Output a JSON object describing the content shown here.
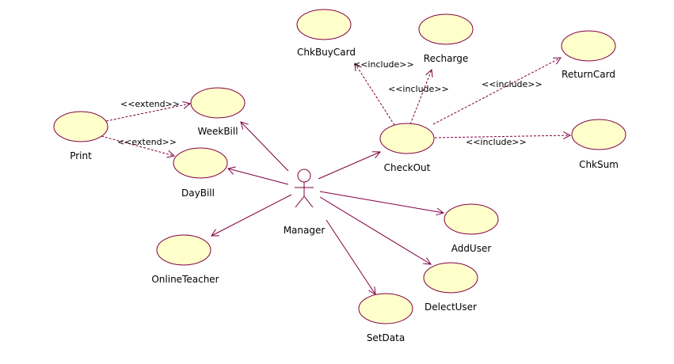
{
  "colors": {
    "usecase_fill": "#ffffcc",
    "line": "#800040",
    "text": "#000000"
  },
  "actor": {
    "id": "manager",
    "label": "Manager"
  },
  "usecases": [
    {
      "id": "chkbuycard",
      "label": "ChkBuyCard"
    },
    {
      "id": "recharge",
      "label": "Recharge"
    },
    {
      "id": "returncard",
      "label": "ReturnCard"
    },
    {
      "id": "weekbill",
      "label": "WeekBill"
    },
    {
      "id": "print",
      "label": "Print"
    },
    {
      "id": "daybill",
      "label": "DayBill"
    },
    {
      "id": "checkout",
      "label": "CheckOut"
    },
    {
      "id": "chksum",
      "label": "ChkSum"
    },
    {
      "id": "adduser",
      "label": "AddUser"
    },
    {
      "id": "onlineteacher",
      "label": "OnlineTeacher"
    },
    {
      "id": "delectuser",
      "label": "DelectUser"
    },
    {
      "id": "setdata",
      "label": "SetData"
    }
  ],
  "associations": [
    {
      "from": "manager",
      "to": "weekbill"
    },
    {
      "from": "manager",
      "to": "daybill"
    },
    {
      "from": "manager",
      "to": "onlineteacher"
    },
    {
      "from": "manager",
      "to": "checkout"
    },
    {
      "from": "manager",
      "to": "adduser"
    },
    {
      "from": "manager",
      "to": "delectuser"
    },
    {
      "from": "manager",
      "to": "setdata"
    }
  ],
  "dependencies": [
    {
      "from": "print",
      "to": "weekbill",
      "stereotype": "<<extend>>"
    },
    {
      "from": "print",
      "to": "daybill",
      "stereotype": "<<extend>>"
    },
    {
      "from": "checkout",
      "to": "chkbuycard",
      "stereotype": "<<include>>"
    },
    {
      "from": "checkout",
      "to": "recharge",
      "stereotype": "<<include>>"
    },
    {
      "from": "checkout",
      "to": "returncard",
      "stereotype": "<<include>>"
    },
    {
      "from": "checkout",
      "to": "chksum",
      "stereotype": "<<include>>"
    }
  ]
}
